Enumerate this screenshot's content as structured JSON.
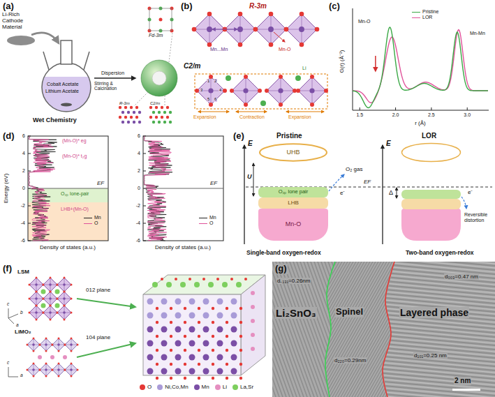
{
  "diagram": {
    "nodes": [
      {
        "text": [
          "UHB"
        ]
      },
      {
        "text": [
          "O₂ₚ lone pair"
        ]
      },
      {
        "text": [
          "LHB"
        ]
      },
      {
        "text": [
          "Mn-O"
        ]
      }
    ],
    "labels": [
      "(a)",
      "Li-Rich Cathode Material",
      "Cobalt Acetate",
      "Lithium Acetate",
      "Wet Chemistry",
      "Dispersion",
      "Stirring & Calcination",
      "Fd-3m",
      "R-3m",
      "C2/m",
      "(b)",
      "R-3m",
      "Mn...Mn",
      "Mn-O",
      "C2/m",
      "1",
      "2",
      "3",
      "4",
      "5",
      "6",
      "Expansion",
      "Contraction",
      "Expansion",
      "Li",
      "(c)",
      "Mn-O",
      "Mn-Mn",
      "1.5",
      "2.0",
      "2.5",
      "3.0",
      "r (Å)",
      "G(r) (Å⁻²)",
      "(d)",
      "Energy (eV)",
      "6",
      "4",
      "2",
      "0",
      "-2",
      "-4",
      "-6",
      "6",
      "4",
      "2",
      "0",
      "-2",
      "-4",
      "-6",
      "(Mn-O)* eg",
      "(Mn-O)* t₂g",
      "EF",
      "O₂ₚ lone-pair",
      "LHB+(Mn-O)",
      "EF",
      "Density of states (a.u.)",
      "Density of states (a.u.)",
      "(e)",
      "E",
      "Pristine",
      "U",
      "O₂ gas",
      "EF",
      "e⁻",
      "E",
      "LOR",
      "Δ",
      "e⁻",
      "Reversible distortion",
      "Single-band oxygen-redox",
      "Two-band oxygen-redox",
      "(f)",
      "LSM",
      "LiMO₂",
      "012 plane",
      "104 plane",
      "c",
      "b",
      "a",
      "c",
      "a",
      "(g)",
      "d₋₁₃₁=0.26nm",
      "Li₂SnO₃",
      "Spinel",
      "d₂₂₀=0.29nm",
      "Layered phase",
      "d₀₀₃=0.47 nm",
      "d₁₀₁=0.25 nm",
      "2 nm"
    ],
    "legend": [
      {
        "text": "Pristine"
      },
      {
        "text": "LOR"
      },
      {
        "text": "Mn"
      },
      {
        "text": "O"
      },
      {
        "text": "Mn"
      },
      {
        "text": "O"
      },
      {
        "text": "O",
        "color": "#e53935"
      },
      {
        "text": "Ni,Co,Mn",
        "color": "#a99bd8"
      },
      {
        "text": "Mn",
        "color": "#7b4fa6"
      },
      {
        "text": "Li",
        "color": "#e58fc0"
      },
      {
        "text": "La,Sr",
        "color": "#7dcf5e"
      }
    ]
  }
}
